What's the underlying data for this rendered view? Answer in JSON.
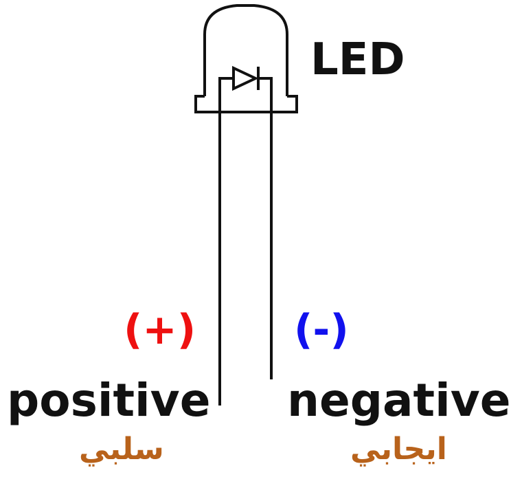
{
  "component_label": "LED",
  "positive": {
    "sign": "(+)",
    "label_en": "positive",
    "label_ar": "سلبي",
    "sign_color": "#ee1111"
  },
  "negative": {
    "sign": "(-)",
    "label_en": "negative",
    "label_ar": "ايجابي",
    "sign_color": "#1111ee"
  },
  "colors": {
    "line": "#111111",
    "text": "#111111",
    "arabic": "#b8621b"
  }
}
